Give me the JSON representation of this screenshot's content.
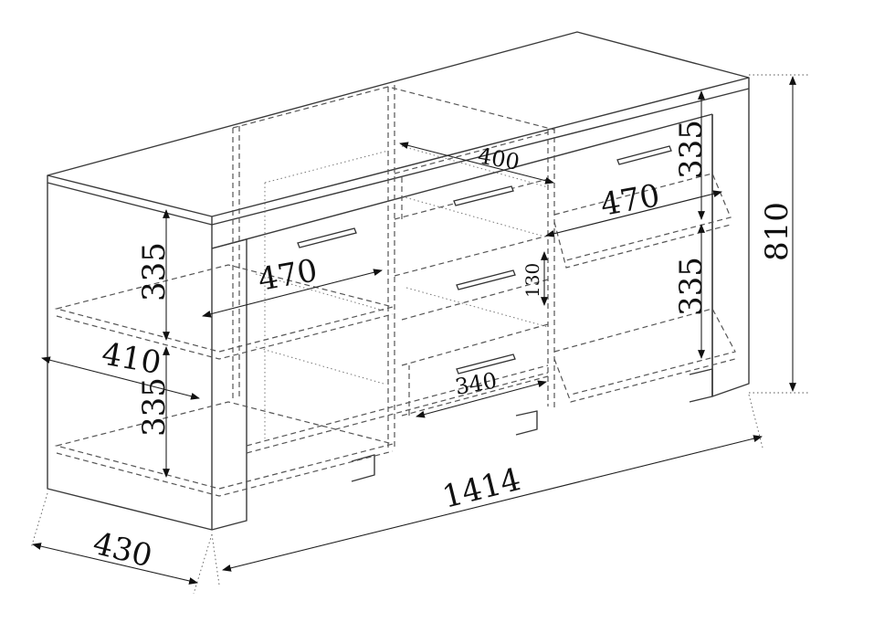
{
  "dimensions": {
    "overall_width": "1414",
    "overall_height": "810",
    "depth": "430",
    "left_upper_height": "335",
    "left_lower_height": "335",
    "right_upper_height": "335",
    "right_lower_height": "335",
    "left_shelf_depth": "470",
    "right_shelf_depth": "470",
    "left_shelf_width": "410",
    "drawer_top_width": "400",
    "drawer_bottom_width": "340",
    "drawer_height": "130"
  },
  "colors": {
    "line": "#3a3a3a",
    "background": "#ffffff"
  }
}
